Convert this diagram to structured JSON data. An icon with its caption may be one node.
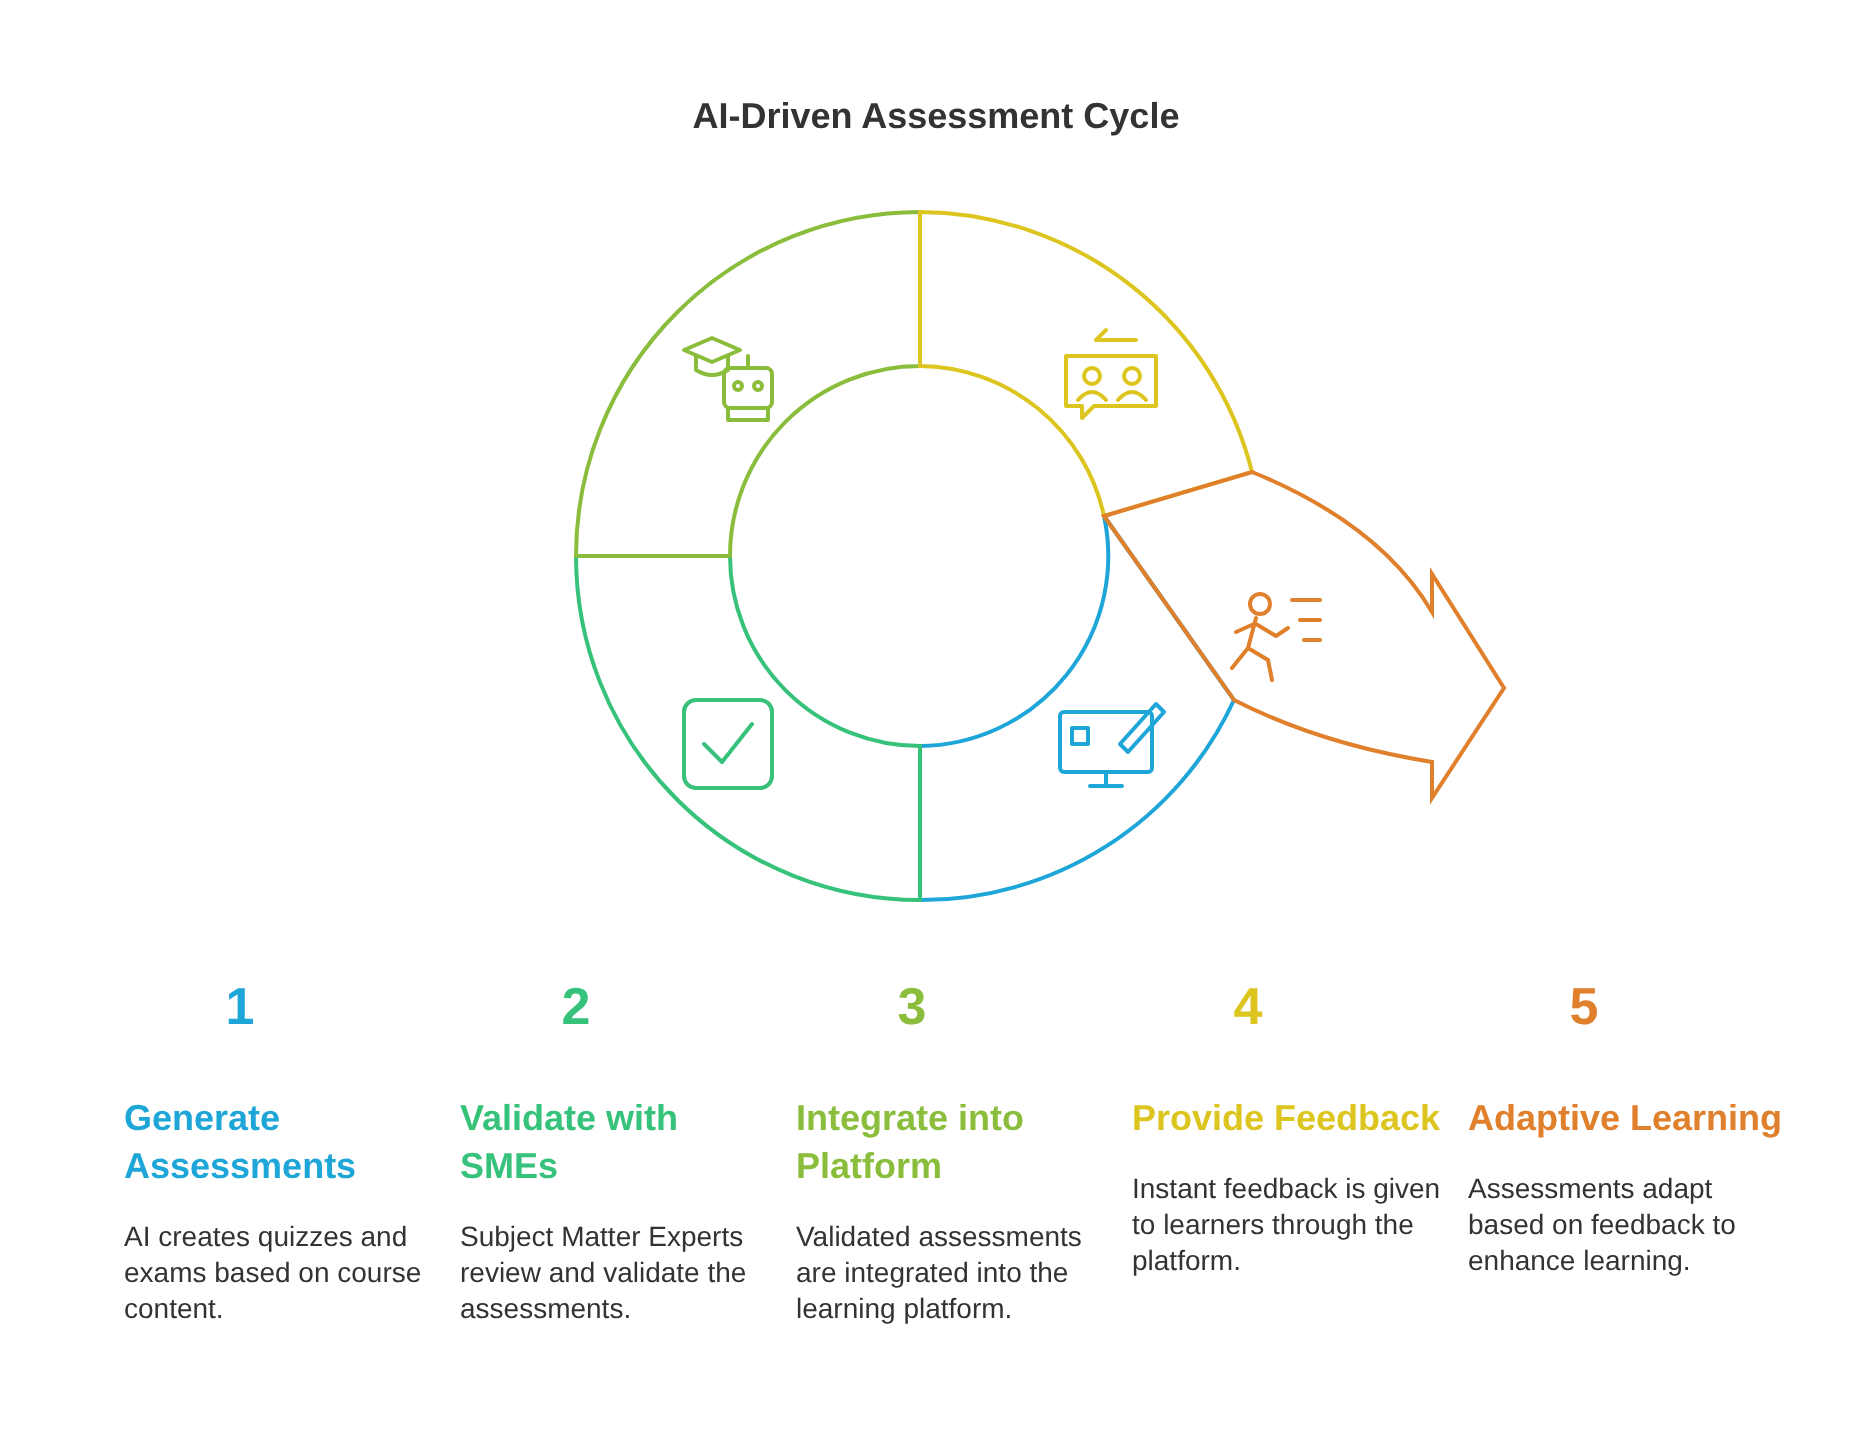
{
  "diagram": {
    "title": "AI-Driven Assessment Cycle",
    "nodes": [
      {
        "text": [
          "1",
          "Generate Assessments",
          "AI creates quizzes and exams based on course content."
        ]
      },
      {
        "text": [
          "2",
          "Validate with SMEs",
          "Subject Matter Experts review and validate the assessments."
        ]
      },
      {
        "text": [
          "3",
          "Integrate into Platform",
          "Validated assessments are integrated into the learning platform."
        ]
      },
      {
        "text": [
          "4",
          "Provide Feedback",
          "Instant feedback is given to learners through the platform."
        ]
      },
      {
        "text": [
          "5",
          "Adaptive Learning",
          "Assessments adapt based on feedback to enhance learning."
        ]
      }
    ]
  }
}
